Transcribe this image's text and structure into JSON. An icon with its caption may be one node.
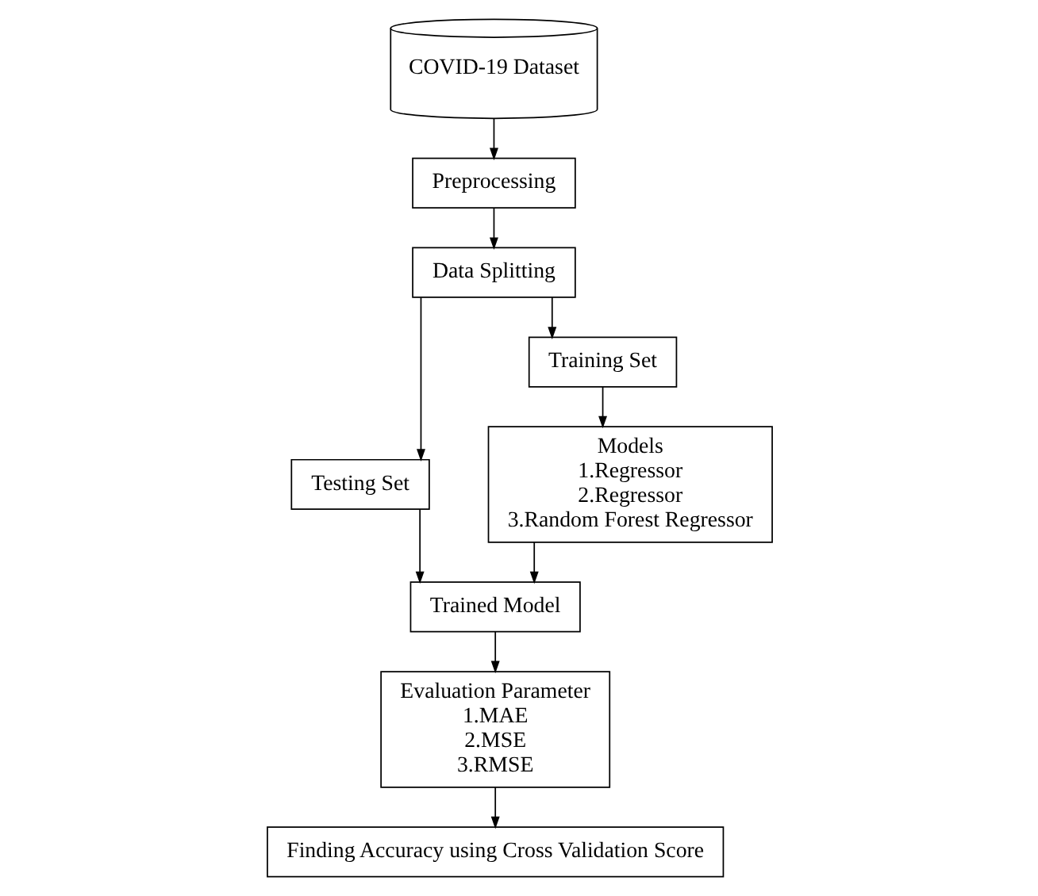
{
  "diagram": {
    "nodes": [
      {
        "text": [
          "COVID-19 Dataset"
        ]
      },
      {
        "text": [
          "Preprocessing"
        ]
      },
      {
        "text": [
          "Data Splitting"
        ]
      },
      {
        "text": [
          "Testing Set"
        ]
      },
      {
        "text": [
          "Training Set"
        ]
      },
      {
        "text": [
          "Models",
          "1.Regressor",
          "2.Regressor",
          "3.Random Forest Regressor"
        ]
      },
      {
        "text": [
          "Trained Model"
        ]
      },
      {
        "text": [
          "Evaluation Parameter",
          "1.MAE",
          "2.MSE",
          "3.RMSE"
        ]
      },
      {
        "text": [
          "Finding Accuracy using Cross Validation Score"
        ]
      }
    ],
    "edges": [
      {
        "from": 0,
        "to": 1,
        "arrow": "to"
      },
      {
        "from": 1,
        "to": 2,
        "arrow": "to"
      },
      {
        "from": 2,
        "to": 3,
        "arrow": "to"
      },
      {
        "from": 2,
        "to": 4,
        "arrow": "to"
      },
      {
        "from": 4,
        "to": 5,
        "arrow": "to"
      },
      {
        "from": 5,
        "to": 6,
        "arrow": "to"
      },
      {
        "from": 3,
        "to": 6,
        "arrow": "to"
      },
      {
        "from": 6,
        "to": 7,
        "arrow": "to"
      },
      {
        "from": 7,
        "to": 8,
        "arrow": "to"
      }
    ]
  }
}
